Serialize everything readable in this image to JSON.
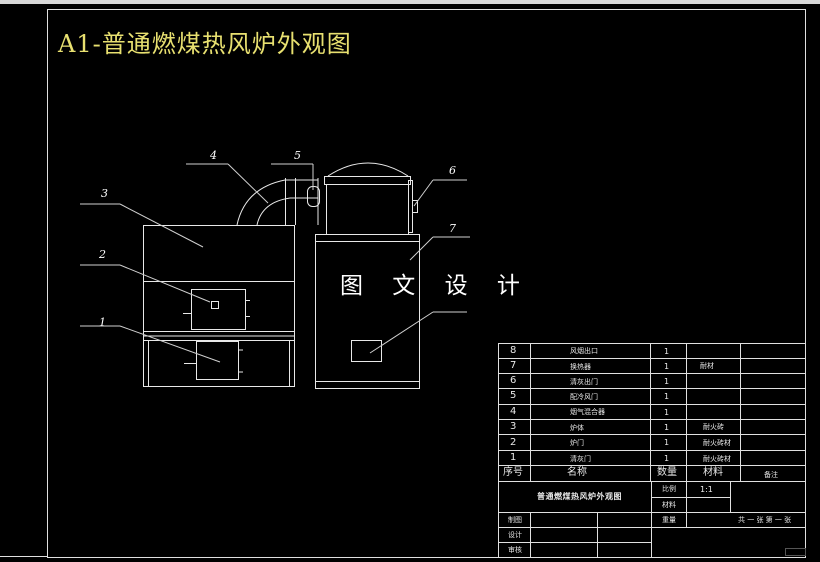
{
  "title": "A1-普通燃煤热风炉外观图",
  "watermark": "图 文 设 计",
  "callouts": [
    "1",
    "2",
    "3",
    "4",
    "5",
    "6",
    "7"
  ],
  "parts_list": [
    {
      "no": "8",
      "name": "风烟出口",
      "qty": "1",
      "material": ""
    },
    {
      "no": "7",
      "name": "换热器",
      "qty": "1",
      "material": "耐材"
    },
    {
      "no": "6",
      "name": "清灰出门",
      "qty": "1",
      "material": ""
    },
    {
      "no": "5",
      "name": "配冷风门",
      "qty": "1",
      "material": ""
    },
    {
      "no": "4",
      "name": "烟气混合器",
      "qty": "1",
      "material": ""
    },
    {
      "no": "3",
      "name": "炉体",
      "qty": "1",
      "material": "耐火砖"
    },
    {
      "no": "2",
      "name": "炉门",
      "qty": "1",
      "material": "耐火砖材"
    },
    {
      "no": "1",
      "name": "清灰门",
      "qty": "1",
      "material": "耐火砖材"
    }
  ],
  "parts_header": {
    "no": "序号",
    "name": "名称",
    "qty": "数量",
    "material": "材料",
    "note": "备注"
  },
  "title_block": {
    "drawing_name": "普通燃煤热风炉外观图",
    "scale_label": "比例",
    "scale_value": "1:1",
    "material_label": "材料",
    "weight_label": "重量",
    "sheet_text": "共  一  张    第  一  张",
    "drawn_label": "制图",
    "designed_label": "设计",
    "reviewed_label": "审核"
  }
}
